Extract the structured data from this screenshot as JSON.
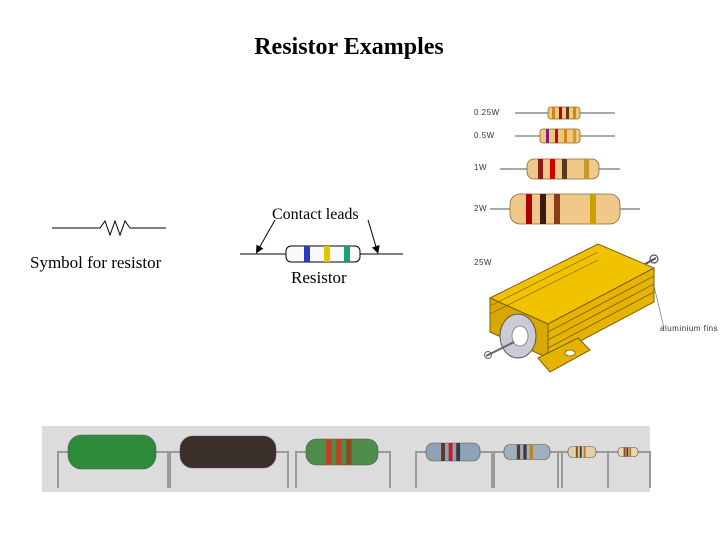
{
  "title": "Resistor Examples",
  "symbol": {
    "caption": "Symbol for resistor"
  },
  "labeled_diagram": {
    "leads_label": "Contact leads",
    "body_label": "Resistor",
    "band_colors": [
      "#1f3fbf",
      "#e3c400",
      "#1aa07a"
    ]
  },
  "power_ratings": [
    {
      "label": "0.25W",
      "body_color": "#f2c77a",
      "bands": [
        "#c98a1a",
        "#b00000",
        "#5b3a1a",
        "#c98a1a"
      ]
    },
    {
      "label": "0.5W",
      "body_color": "#f2c77a",
      "bands": [
        "#8b1a8b",
        "#c8002a",
        "#c98a1a",
        "#caa020"
      ]
    },
    {
      "label": "1W",
      "body_color": "#f0c88a",
      "bands": [
        "#8b1a1a",
        "#d40000",
        "#5b3a1a",
        "#c49a30"
      ]
    },
    {
      "label": "2W",
      "body_color": "#f0c88a",
      "bands": [
        "#b00000",
        "#3a1a10",
        "#8b3a1a",
        "#c9a000"
      ]
    },
    {
      "label": "25W",
      "body_color": "#e6b400",
      "bands": []
    }
  ],
  "aluminium_label": "aluminium fins",
  "photo_strip": {
    "background": "#dcdcdc",
    "resistors": [
      {
        "body_color": "#2e8b3a",
        "bands": []
      },
      {
        "body_color": "#3a2f2a",
        "bands": []
      },
      {
        "body_color": "#4f8c4a",
        "bands": [
          "#c04020",
          "#c04020",
          "#8b4a20"
        ]
      },
      {
        "body_color": "#8fa3b8",
        "bands": [
          "#5a3a20",
          "#c02020",
          "#3a3a3a"
        ]
      },
      {
        "body_color": "#9fb0c0",
        "bands": [
          "#5a3a20",
          "#3a3a3a",
          "#c08020"
        ]
      },
      {
        "body_color": "#e0d0a8",
        "bands": [
          "#8b4a20",
          "#3a3a3a",
          "#c08020"
        ]
      },
      {
        "body_color": "#e8d8b0",
        "bands": [
          "#8b4a20",
          "#5a3a20",
          "#c08020"
        ]
      }
    ]
  }
}
